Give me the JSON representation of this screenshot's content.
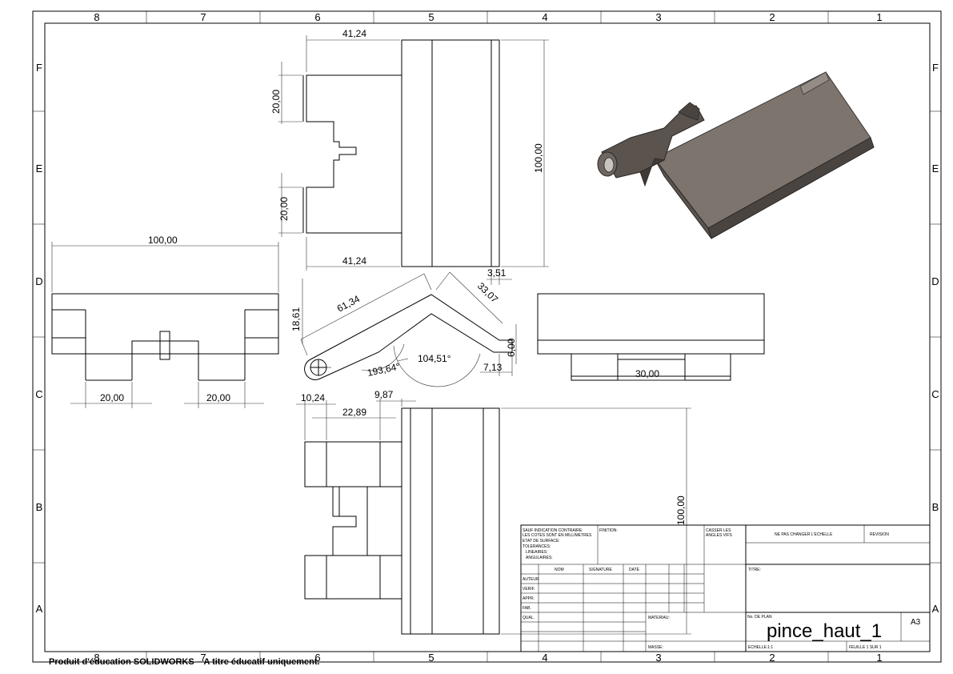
{
  "zones": {
    "columns": [
      "8",
      "7",
      "6",
      "5",
      "4",
      "3",
      "2",
      "1"
    ],
    "rows": [
      "F",
      "E",
      "D",
      "C",
      "B",
      "A"
    ]
  },
  "dimensions": {
    "top_41_24_a": "41,24",
    "top_20_00_a": "20,00",
    "top_20_00_b": "20,00",
    "top_41_24_b": "41,24",
    "top_100_00": "100,00",
    "left_100_00": "100,00",
    "left_20_00_a": "20,00",
    "left_20_00_b": "20,00",
    "side_18_61": "18,61",
    "side_61_34": "61,34",
    "side_33_07": "33,07",
    "side_3_51": "3,51",
    "side_6_00": "6,00",
    "side_7_13": "7,13",
    "side_104_51": "104,51°",
    "side_193_64": "193,64°",
    "right_30_00": "30,00",
    "bottom_10_24": "10,24",
    "bottom_9_87": "9,87",
    "bottom_22_89": "22,89",
    "bottom_100_00": "100,00"
  },
  "title_block": {
    "tolerance_note": [
      "SAUF INDICATION CONTRAIRE:",
      "LES COTES SONT EN MILLIMETRES",
      "ETAT DE SURFACE:",
      "TOLERANCES:",
      "LINEAIRES:",
      "ANGULAIRES:"
    ],
    "finition": "FINITION:",
    "casser": [
      "CASSER LES",
      "ANGLES VIFS"
    ],
    "ne_pas_changer": "NE PAS CHANGER L'ECHELLE",
    "revision": "REVISION",
    "col_nom": "NOM",
    "col_signature": "SIGNATURE",
    "col_date": "DATE",
    "roles": [
      "AUTEUR",
      "VERIF.",
      "APPR.",
      "FAB.",
      "QUAL."
    ],
    "titre": "TITRE:",
    "materiau": "MATERIAU:",
    "no_de_plan": "No. DE PLAN",
    "drawing_number": "pince_haut_1",
    "sheet_size": "A3",
    "masse": "MASSE:",
    "echelle": "ECHELLE:1:1",
    "feuille": "FEUILLE 1 SUR 1"
  },
  "watermark": "Produit d'éducation SOLIDWORKS – A titre éducatif uniquement.",
  "colors": {
    "shading_dark": "#4a4440",
    "shading_mid": "#7c746d",
    "shading_light": "#948c86"
  }
}
